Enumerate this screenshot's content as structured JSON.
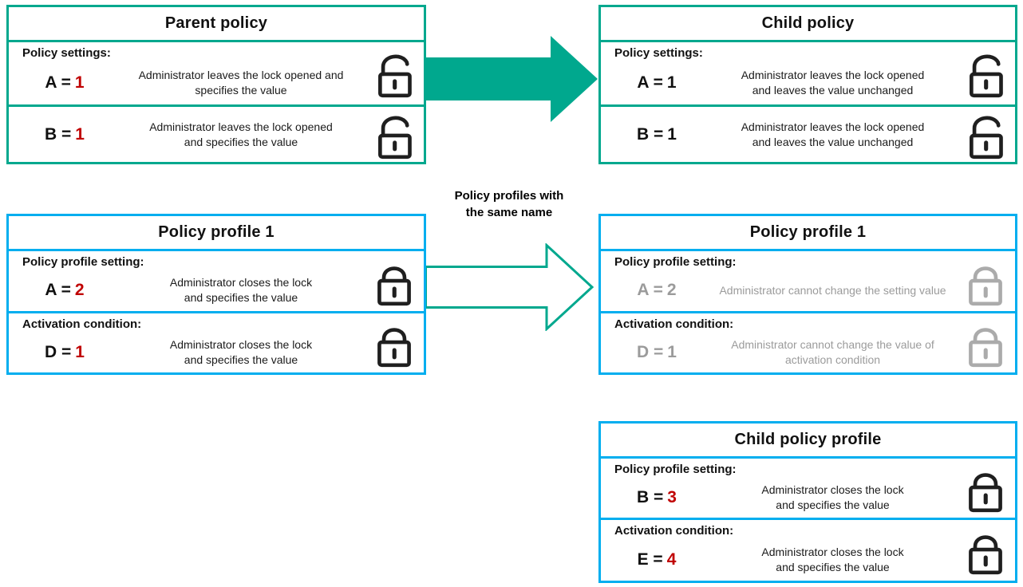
{
  "palette": {
    "teal_green": "#00A88E",
    "azure_blue": "#00AEEF",
    "value_red": "#C00000",
    "disabled_gray": "#9B9B9B",
    "lock_gray": "#ABABAB",
    "text_black": "#000000"
  },
  "connector_label": {
    "line1": "Policy profiles with",
    "line2": "the same name"
  },
  "blocks": {
    "parent_policy": {
      "title": "Parent policy",
      "rows": [
        {
          "label": "Policy settings:",
          "lhs": "A =",
          "value": "1",
          "value_state": "red",
          "desc1": "Administrator leaves the lock opened and",
          "desc2": "specifies the value",
          "desc_state": "plain",
          "lock": "open-black"
        },
        {
          "lhs": "B =",
          "value": "1",
          "value_state": "red",
          "desc1": "Administrator leaves the lock opened",
          "desc2": "and specifies the value",
          "desc_state": "plain",
          "lock": "open-black"
        }
      ]
    },
    "child_policy": {
      "title": "Child policy",
      "rows": [
        {
          "label": "Policy settings:",
          "lhs": "A =",
          "value": "1",
          "value_state": "plain",
          "desc1": "Administrator leaves the lock opened",
          "desc2": "and leaves the value unchanged",
          "desc_state": "plain",
          "lock": "open-black"
        },
        {
          "lhs": "B =",
          "value": "1",
          "value_state": "plain",
          "desc1": "Administrator leaves the lock opened",
          "desc2": "and leaves the value unchanged",
          "desc_state": "plain",
          "lock": "open-black"
        }
      ]
    },
    "profile_parent": {
      "title": "Policy profile 1",
      "rows": [
        {
          "label": "Policy profile setting:",
          "lhs": "A =",
          "value": "2",
          "value_state": "red",
          "desc1": "Administrator closes the lock",
          "desc2": "and specifies the value",
          "desc_state": "plain",
          "lock": "closed-black"
        },
        {
          "label": "Activation condition:",
          "lhs": "D =",
          "value": "1",
          "value_state": "red",
          "desc1": "Administrator closes the lock",
          "desc2": "and specifies the value",
          "desc_state": "plain",
          "lock": "closed-black"
        }
      ]
    },
    "profile_child": {
      "title": "Policy profile 1",
      "rows": [
        {
          "label": "Policy profile setting:",
          "lhs": "A =",
          "value": "2",
          "value_state": "gray",
          "desc1": "Administrator cannot change the setting value",
          "desc_state": "gray",
          "lock": "closed-gray"
        },
        {
          "label": "Activation condition:",
          "lhs": "D =",
          "value": "1",
          "value_state": "gray",
          "desc1": "Administrator cannot change the value of",
          "desc2": "activation condition",
          "desc_state": "gray",
          "lock": "closed-gray"
        }
      ]
    },
    "child_policy_profile": {
      "title": "Child policy profile",
      "rows": [
        {
          "label": "Policy profile setting:",
          "lhs": "B =",
          "value": "3",
          "value_state": "red",
          "desc1": "Administrator closes the lock",
          "desc2": "and specifies the value",
          "desc_state": "plain",
          "lock": "closed-black"
        },
        {
          "label": "Activation condition:",
          "lhs": "E =",
          "value": "4",
          "value_state": "red",
          "desc1": "Administrator closes the lock",
          "desc2": "and specifies the value",
          "desc_state": "plain",
          "lock": "closed-black"
        }
      ]
    }
  }
}
